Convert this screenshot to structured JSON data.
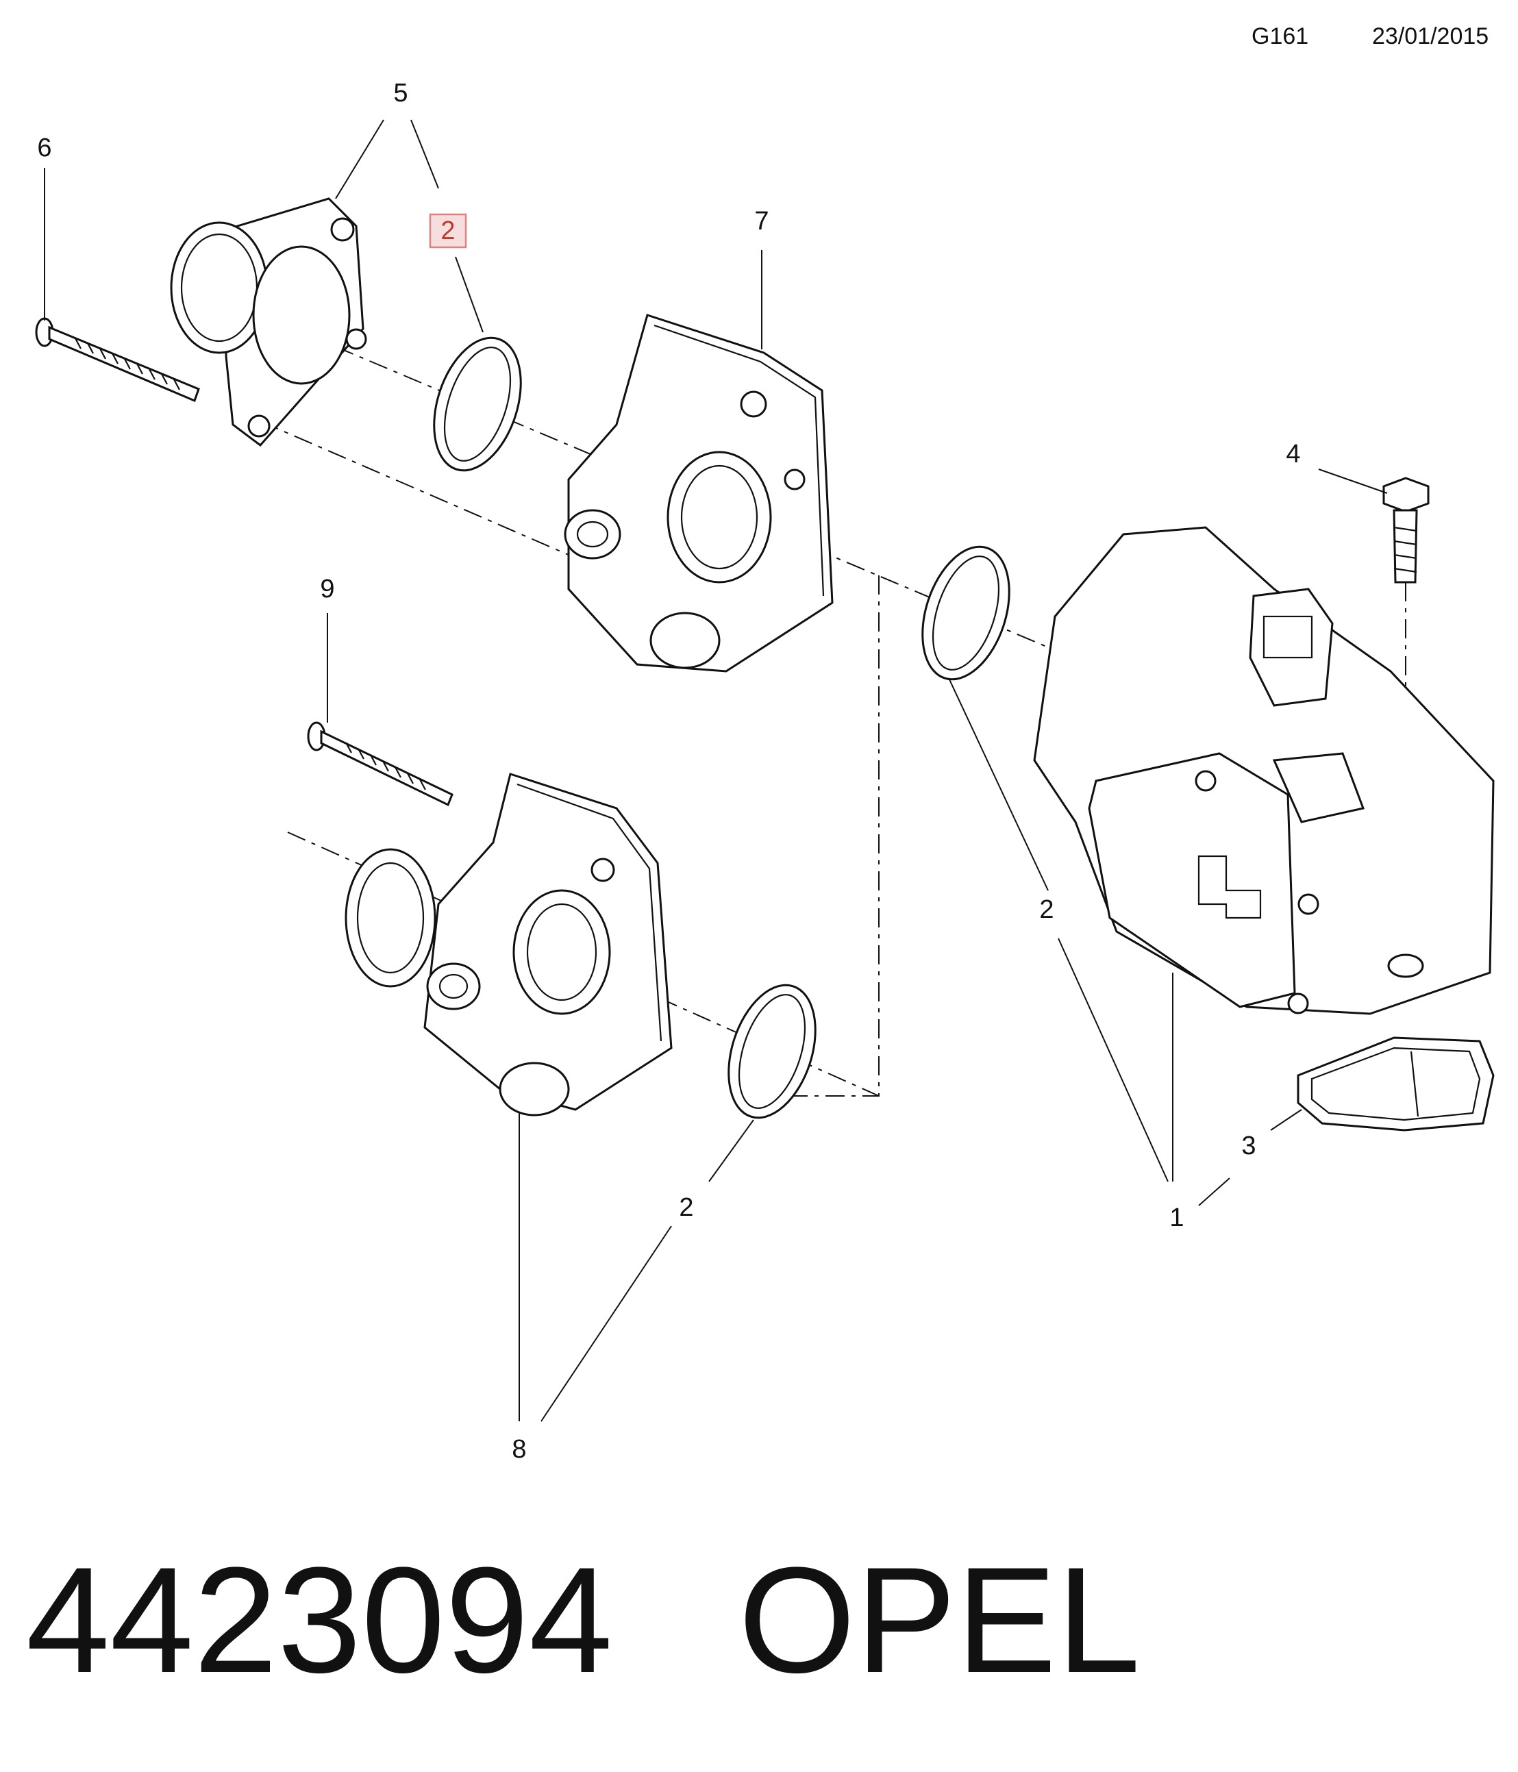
{
  "header": {
    "code": "G161",
    "date": "23/01/2015"
  },
  "callouts": [
    "1",
    "2",
    "3",
    "4",
    "5",
    "6",
    "7",
    "8",
    "9"
  ],
  "highlighted_callout": "2",
  "highlight_color": "#e08080",
  "footer": {
    "part_number": "4423094",
    "brand": "OPEL"
  }
}
